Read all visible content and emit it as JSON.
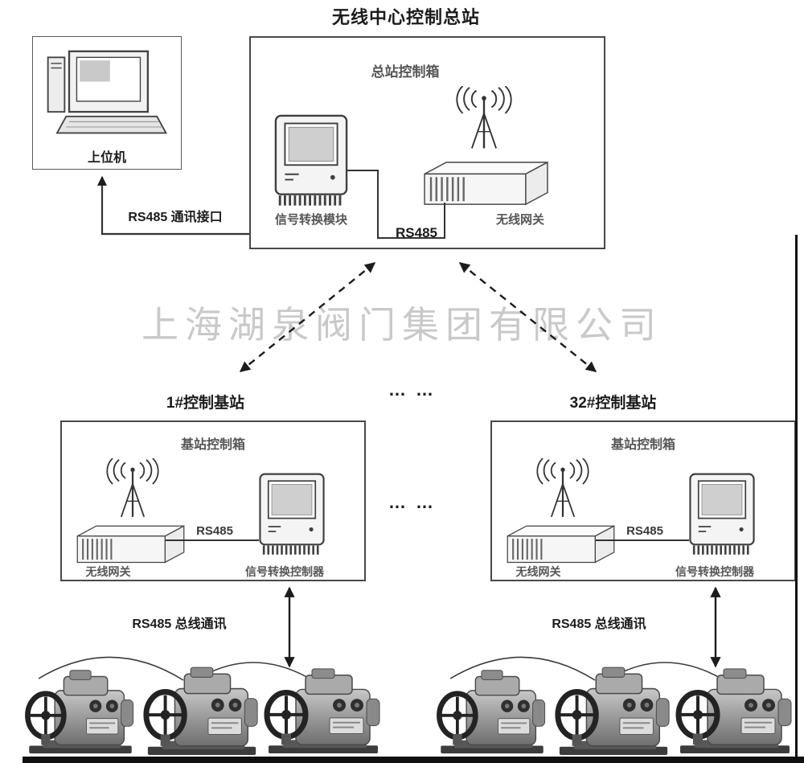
{
  "diagram": {
    "title": "无线中心控制总站",
    "watermark": "上海湖泉阀门集团有限公司",
    "ellipsis": "… …"
  },
  "host": {
    "label": "上位机"
  },
  "master": {
    "box_label": "总站控制箱",
    "module_label": "信号转换模块",
    "gateway_label": "无线网关",
    "bus_label": "RS485",
    "host_link_label": "RS485 通讯接口"
  },
  "base_left": {
    "title": "1#控制基站",
    "box_label": "基站控制箱",
    "gateway_label": "无线网关",
    "bus_label": "RS485",
    "controller_label": "信号转换控制器",
    "field_bus_label": "RS485 总线通讯"
  },
  "base_right": {
    "title": "32#控制基站",
    "box_label": "基站控制箱",
    "gateway_label": "无线网关",
    "bus_label": "RS485",
    "controller_label": "信号转换控制器",
    "field_bus_label": "RS485 总线通讯"
  },
  "icons": {
    "desktop_computer": "desktop-computer-icon",
    "signal_converter": "retro-computer-icon",
    "antenna": "antenna-waves-icon",
    "gateway": "gateway-3d-box-icon",
    "actuator": "valve-actuator-icon"
  },
  "colors": {
    "ink": "#1c1c1c",
    "line": "#333333",
    "box_border": "#484848",
    "label_gray": "#565656",
    "watermark": "#c9c9c9",
    "background": "#ffffff"
  }
}
